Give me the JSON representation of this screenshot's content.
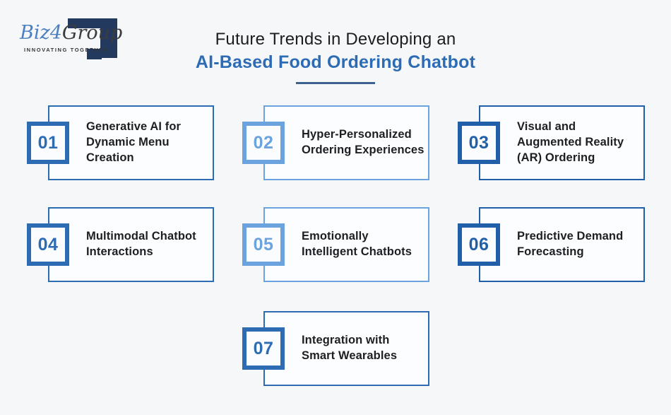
{
  "logo": {
    "brand_prefix": "Biz",
    "brand_digit": "4",
    "brand_suffix": "Group",
    "tagline": "INNOVATING TOGETHER",
    "mark_color": "#24395e",
    "prefix_color": "#4a80c1",
    "suffix_color": "#3b3c3f"
  },
  "header": {
    "title_line1": "Future Trends in Developing an",
    "title_line2": "AI-Based Food Ordering Chatbot",
    "title_line2_color": "#2d6cb4",
    "underline_color": "#3c6191"
  },
  "cards": [
    {
      "number": "01",
      "title": "Generative AI for Dynamic Menu Creation",
      "accent": "#2d6bb2"
    },
    {
      "number": "02",
      "title": "Hyper-Personalized Ordering Experiences",
      "accent": "#6ba3de"
    },
    {
      "number": "03",
      "title": "Visual and Augmented Reality (AR) Ordering",
      "accent": "#225fa9"
    },
    {
      "number": "04",
      "title": "Multimodal Chatbot Interactions",
      "accent": "#2d6bb2"
    },
    {
      "number": "05",
      "title": "Emotionally Intelligent Chatbots",
      "accent": "#6ba3de"
    },
    {
      "number": "06",
      "title": "Predictive Demand Forecasting",
      "accent": "#225fa9"
    },
    {
      "number": "07",
      "title": "Integration with Smart Wearables",
      "accent": "#2d6bb2"
    }
  ]
}
